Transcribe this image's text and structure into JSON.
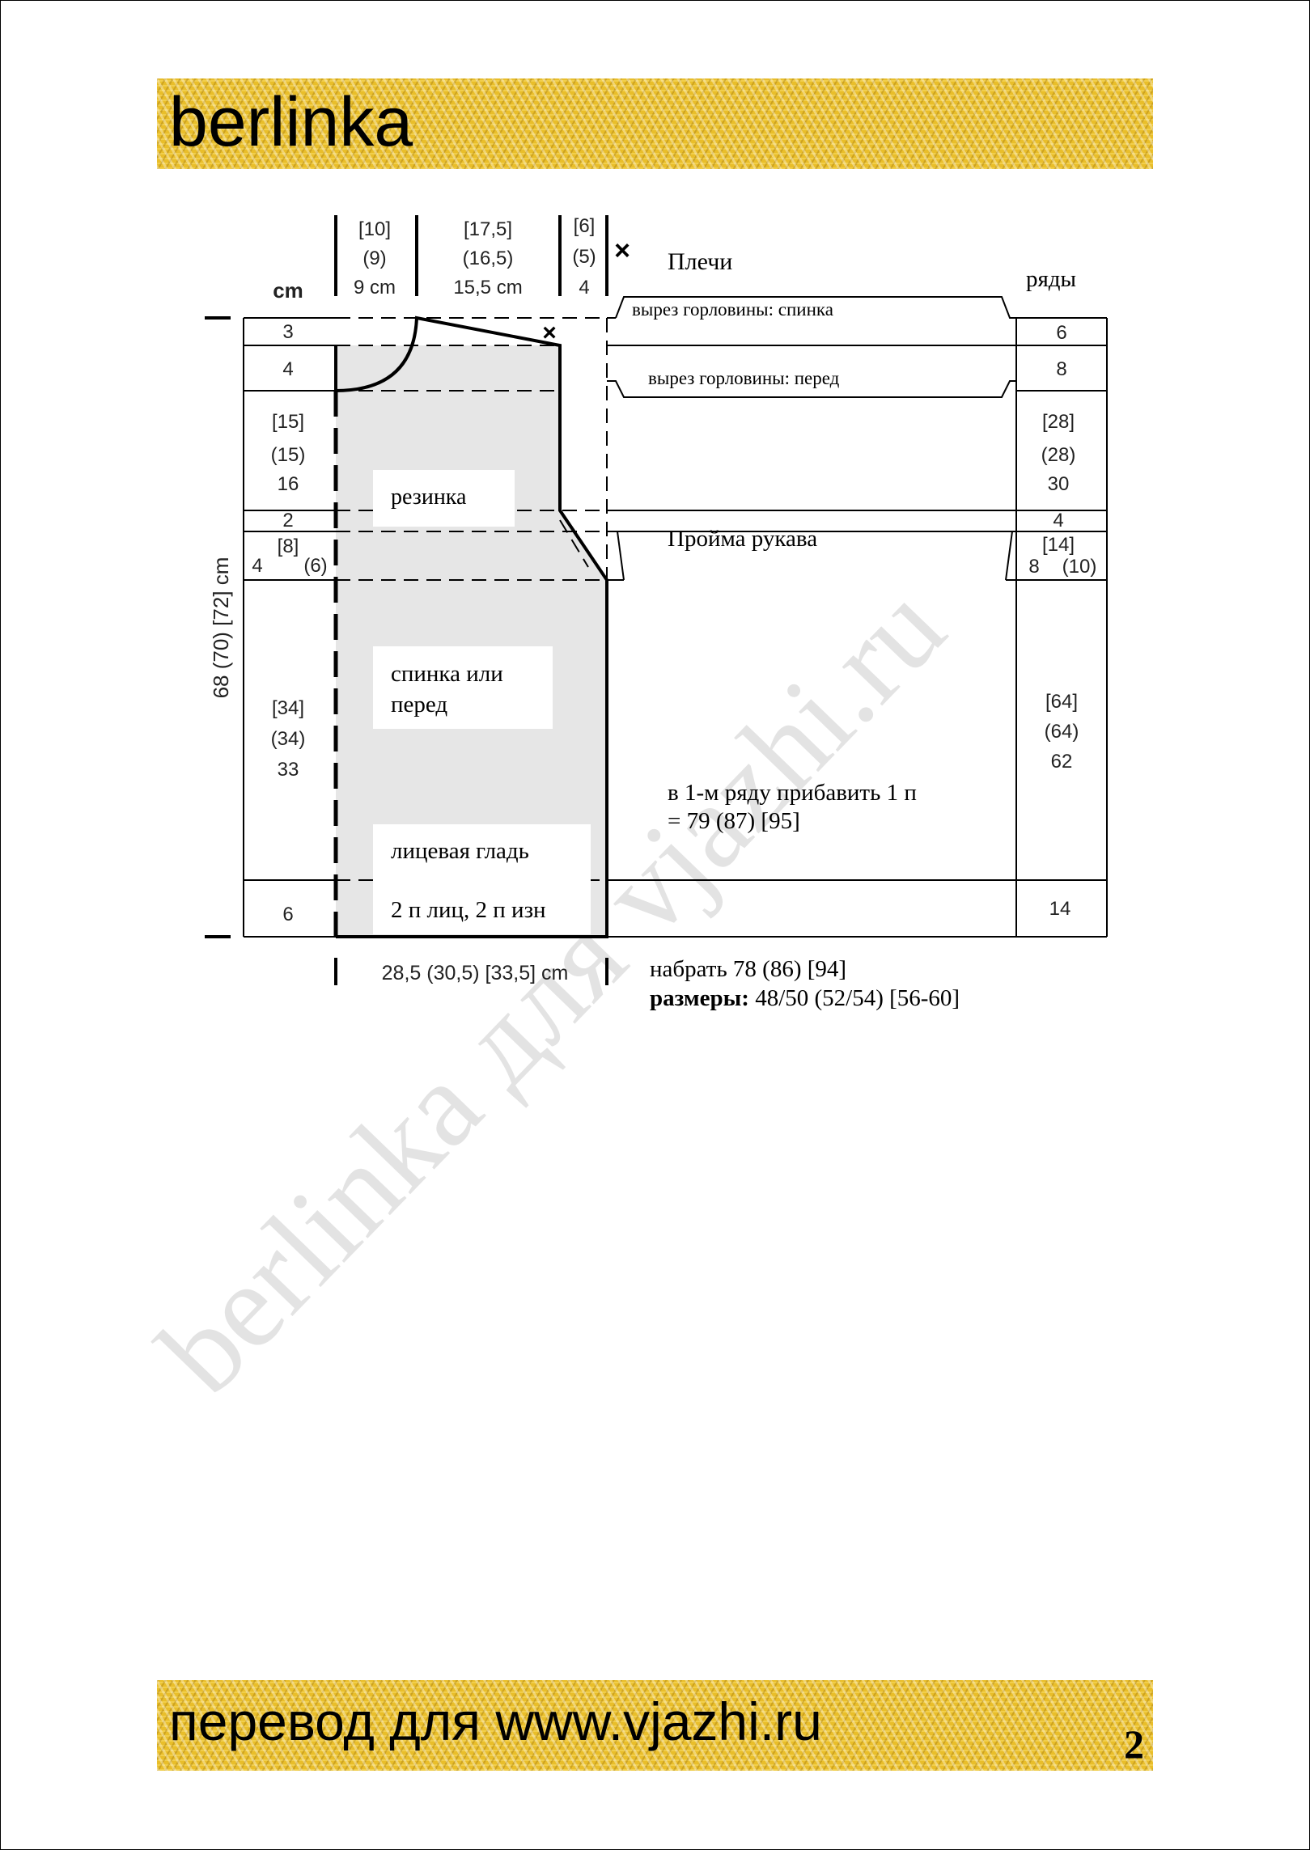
{
  "header": {
    "brand": "berlinka"
  },
  "footer": {
    "credit": "перевод для www.vjazhi.ru",
    "page_number": "2"
  },
  "watermark": "berlinka для vjazhi.ru",
  "diagram": {
    "unit_cm": "cm",
    "unit_rows": "ряды",
    "top_widths": [
      {
        "l1": "[10]",
        "l2": "(9)",
        "l3": "9 cm"
      },
      {
        "l1": "[17,5]",
        "l2": "(16,5)",
        "l3": "15,5 cm"
      },
      {
        "l1": "[6]",
        "l2": "(5)",
        "l3": "4"
      }
    ],
    "cross_mark": "×",
    "shoulders": "Плечи",
    "neck_back": "вырез горловины: спинка",
    "neck_front": "вырез горловины: перед",
    "armhole": "Пройма рукава",
    "rib_label": "резинка",
    "piece_label_1": "спинка или",
    "piece_label_2": "перед",
    "stockinette": "лицевая гладь",
    "rib_pattern": "2 п лиц, 2 п изн",
    "increase_1": "в 1-м ряду прибавить 1 п",
    "increase_2": "= 79 (87) [95]",
    "bottom_width": "28,5 (30,5) [33,5] cm",
    "cast_on": "набрать 78 (86) [94]",
    "sizes_label": "размеры:",
    "sizes_value": " 48/50 (52/54) [56-60]",
    "total_height": "68 (70) [72] cm",
    "cm_left": {
      "r1": "3",
      "r2": "4",
      "r3a": "[15]",
      "r3b": "(15)",
      "r3c": "16",
      "r4": "2",
      "r5a": "[8]",
      "r5b": "4",
      "r5c": "(6)",
      "r6a": "[34]",
      "r6b": "(34)",
      "r6c": "33",
      "r7": "6"
    },
    "rows_right": {
      "r1": "6",
      "r2": "8",
      "r3a": "[28]",
      "r3b": "(28)",
      "r3c": "30",
      "r4": "4",
      "r5a": "[14]",
      "r5b": "8",
      "r5c": "(10)",
      "r6a": "[64]",
      "r6b": "(64)",
      "r6c": "62",
      "r7": "14"
    }
  }
}
